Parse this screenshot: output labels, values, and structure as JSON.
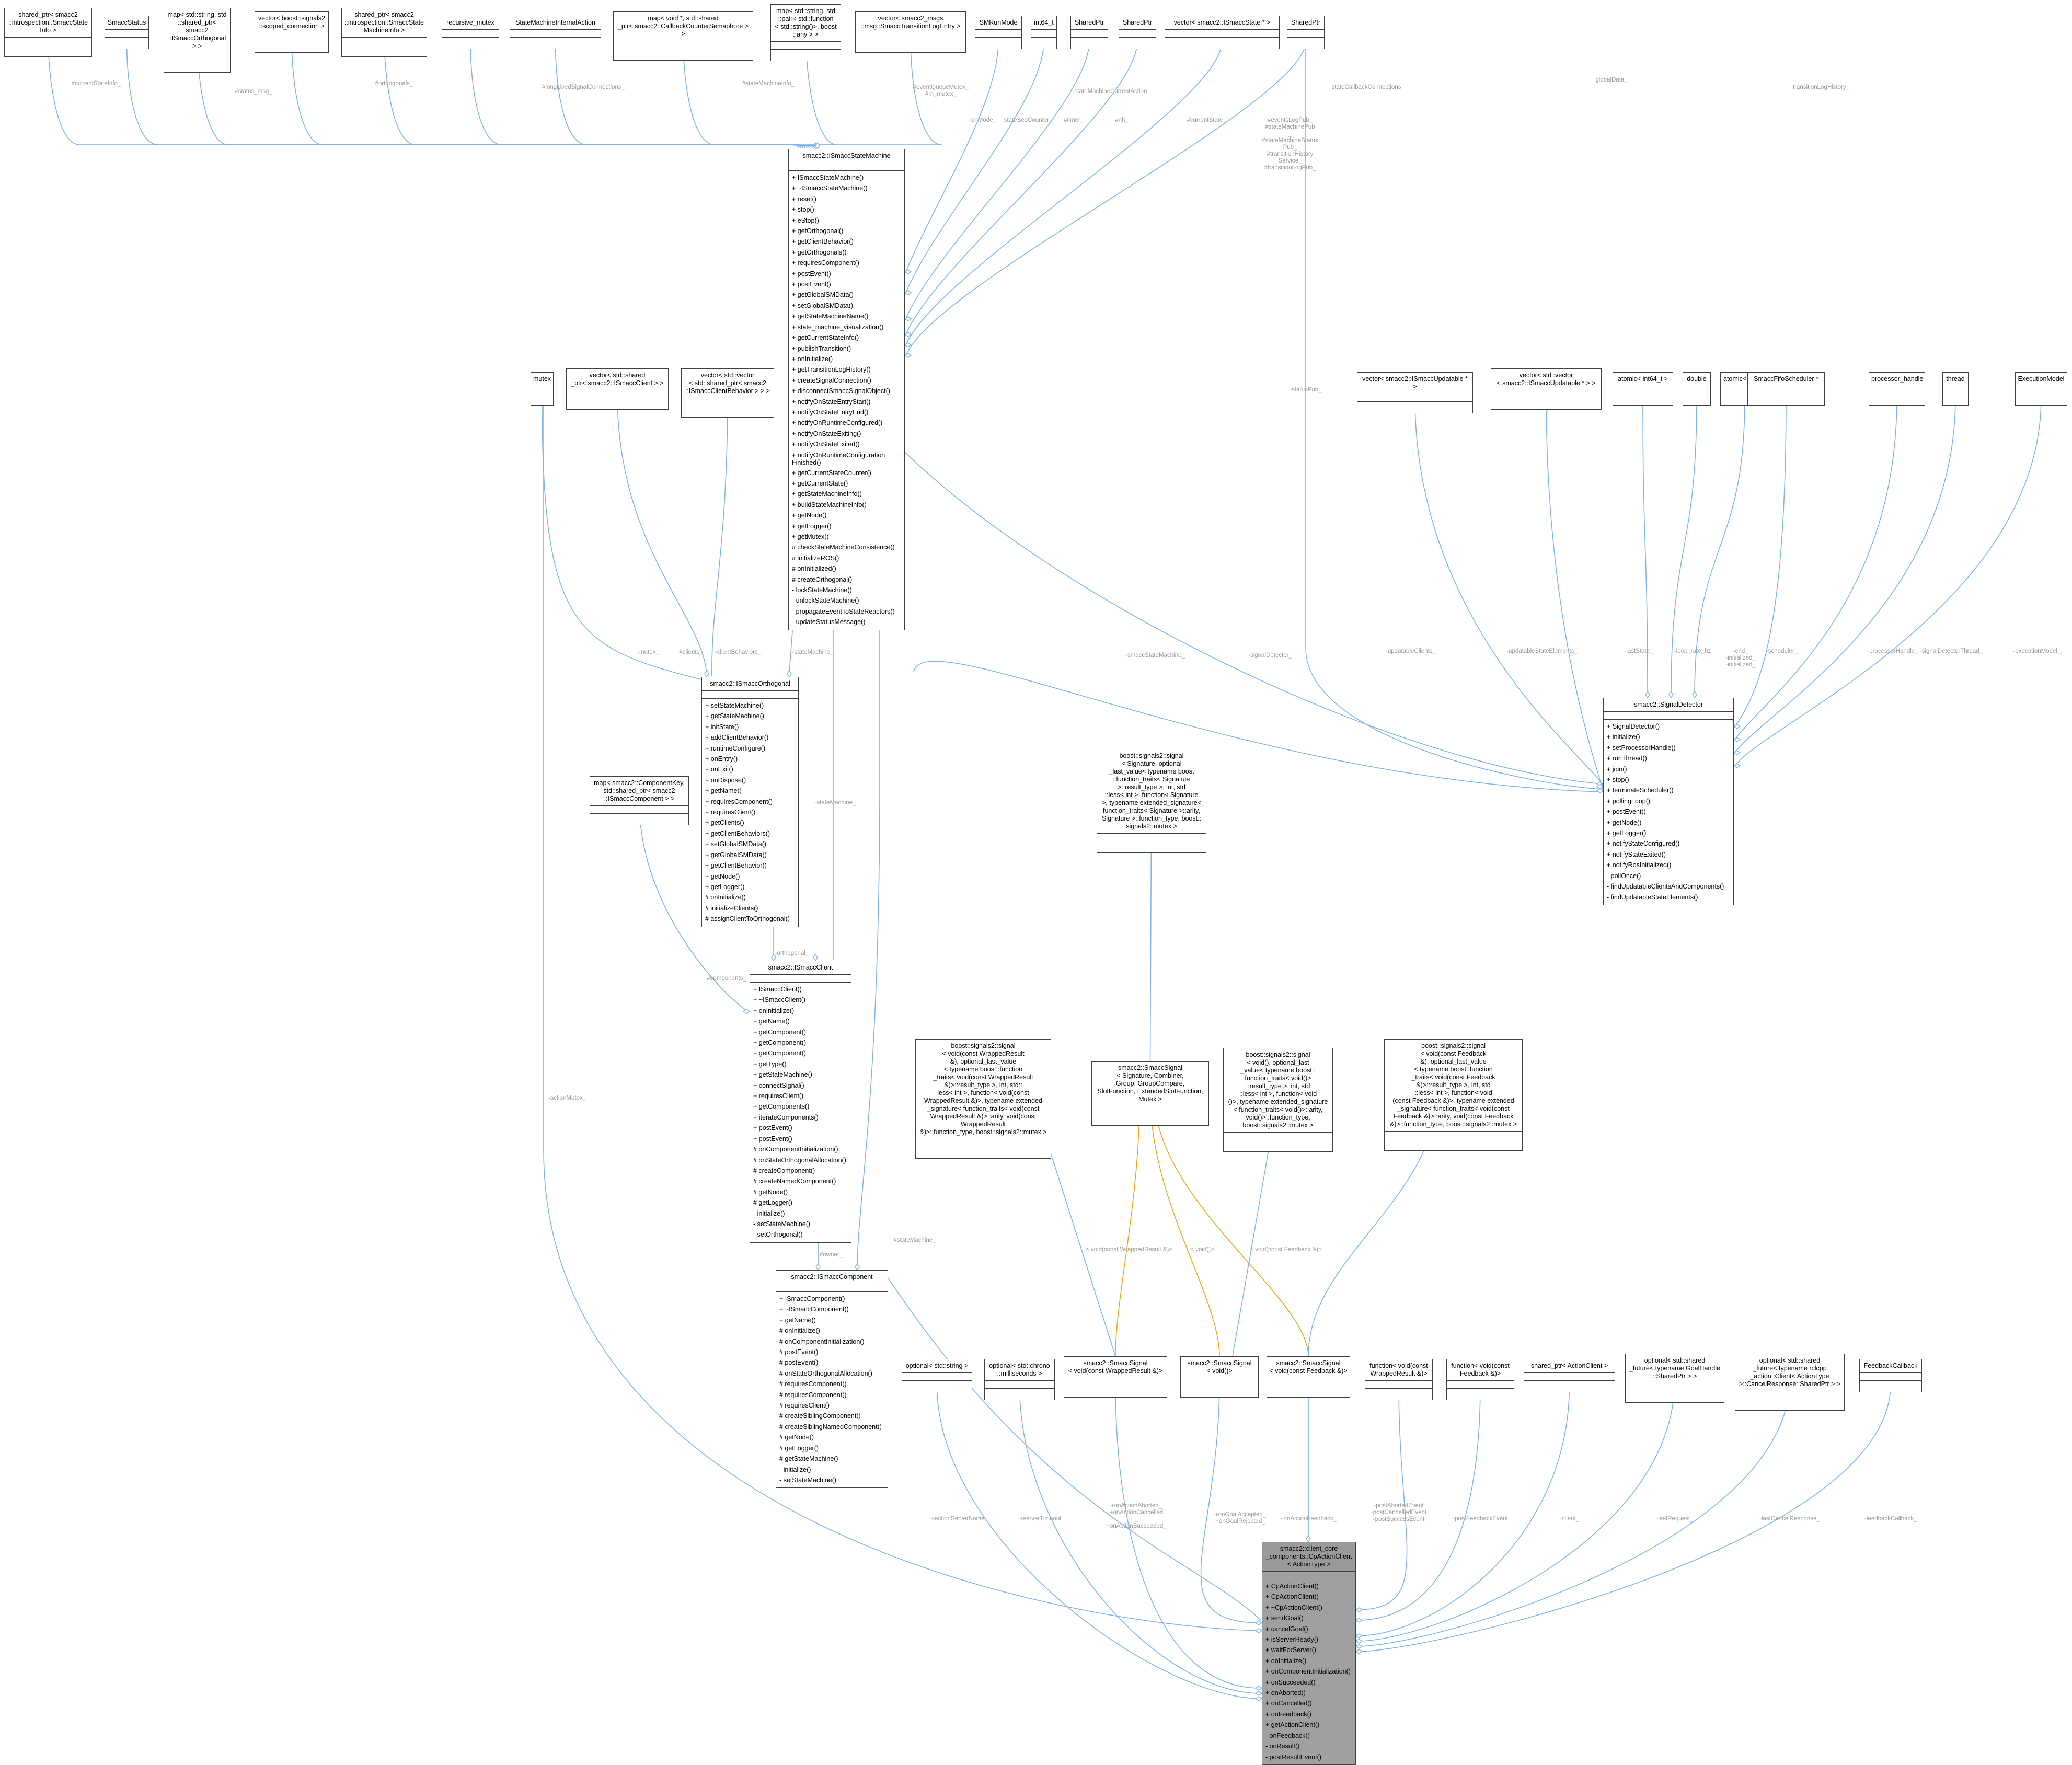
{
  "classes": [
    {
      "id": "c_currentStateInfo",
      "title": "shared_ptr< smacc2\n::introspection::SmaccState\nInfo >",
      "ops": []
    },
    {
      "id": "c_status",
      "title": "SmaccStatus",
      "ops": []
    },
    {
      "id": "c_orthogonals",
      "title": "map< std::string, std\n::shared_ptr< smacc2\n::ISmaccOrthogonal > >",
      "ops": []
    },
    {
      "id": "c_longLived",
      "title": "vector< boost::signals2\n::scoped_connection >",
      "ops": []
    },
    {
      "id": "c_smInfo",
      "title": "shared_ptr< smacc2\n::introspection::SmaccState\nMachineInfo >",
      "ops": []
    },
    {
      "id": "c_recmutex",
      "title": "recursive_mutex",
      "ops": []
    },
    {
      "id": "c_smInternal",
      "title": "StateMachineInternalAction",
      "ops": []
    },
    {
      "id": "c_semaphore",
      "title": "map< void *, std::shared\n_ptr< smacc2::CallbackCounterSemaphore > >",
      "ops": []
    },
    {
      "id": "c_globalData",
      "title": "map< std::string, std\n::pair< std::function\n< std::string()>, boost\n::any > >",
      "ops": []
    },
    {
      "id": "c_transLog",
      "title": "vector< smacc2_msgs\n::msg::SmaccTransitionLogEntry >",
      "ops": []
    },
    {
      "id": "c_runMode",
      "title": "SMRunMode",
      "ops": []
    },
    {
      "id": "c_int64",
      "title": "int64_t",
      "ops": []
    },
    {
      "id": "c_sp1",
      "title": "SharedPtr",
      "ops": []
    },
    {
      "id": "c_sp2",
      "title": "SharedPtr",
      "ops": []
    },
    {
      "id": "c_currentState",
      "title": "vector< smacc2::ISmaccState * >",
      "ops": []
    },
    {
      "id": "c_sp3",
      "title": "SharedPtr",
      "ops": []
    },
    {
      "id": "c_ism",
      "title": "smacc2::ISmaccStateMachine",
      "ops": [
        "+ ISmaccStateMachine()",
        "+ ~ISmaccStateMachine()",
        "+ reset()",
        "+ stop()",
        "+ eStop()",
        "+ getOrthogonal()",
        "+ getClientBehavior()",
        "+ getOrthogonals()",
        "+ requiresComponent()",
        "+ postEvent()",
        "+ postEvent()",
        "+ getGlobalSMData()",
        "+ setGlobalSMData()",
        "+ getStateMachineName()",
        "+ state_machine_visualization()",
        "+ getCurrentStateInfo()",
        "+ publishTransition()",
        "+ onInitialize()",
        "+ getTransitionLogHistory()",
        "+ createSignalConnection()",
        "+ disconnectSmaccSignalObject()",
        "+ notifyOnStateEntryStart()",
        "+ notifyOnStateEntryEnd()",
        "+ notifyOnRuntimeConfigured()",
        "+ notifyOnStateExiting()",
        "+ notifyOnStateExited()",
        "+ notifyOnRuntimeConfiguration\nFinished()",
        "+ getCurrentStateCounter()",
        "+ getCurrentState()",
        "+ getStateMachineInfo()",
        "+ buildStateMachineInfo()",
        "+ getNode()",
        "+ getLogger()",
        "+ getMutex()",
        "# checkStateMachineConsistence()",
        "# initializeROS()",
        "# onInitialized()",
        "# createOrthogonal()",
        "- lockStateMachine()",
        "- unlockStateMachine()",
        "- propagateEventToStateReactors()",
        "- updateStatusMessage()"
      ]
    },
    {
      "id": "c_mutex",
      "title": "mutex",
      "ops": []
    },
    {
      "id": "c_clients",
      "title": "vector< std::shared\n_ptr< smacc2::ISmaccClient > >",
      "ops": []
    },
    {
      "id": "c_clientBehaviors",
      "title": "vector< std::vector\n< std::shared_ptr< smacc2\n::ISmaccClientBehavior > > >",
      "ops": []
    },
    {
      "id": "c_orth",
      "title": "smacc2::ISmaccOrthogonal",
      "ops": [
        "+ setStateMachine()",
        "+ getStateMachine()",
        "+ initState()",
        "+ addClientBehavior()",
        "+ runtimeConfigure()",
        "+ onEntry()",
        "+ onExit()",
        "+ onDispose()",
        "+ getName()",
        "+ requiresComponent()",
        "+ requiresClient()",
        "+ getClients()",
        "+ getClientBehaviors()",
        "+ setGlobalSMData()",
        "+ getGlobalSMData()",
        "+ getClientBehavior()",
        "+ getNode()",
        "+ getLogger()",
        "# onInitialize()",
        "# initializeClients()",
        "# assignClientToOrthogonal()"
      ]
    },
    {
      "id": "c_components",
      "title": "map< smacc2::ComponentKey,\nstd::shared_ptr< smacc2\n::ISmaccComponent > >",
      "ops": []
    },
    {
      "id": "c_client",
      "title": "smacc2::ISmaccClient",
      "ops": [
        "+ ISmaccClient()",
        "+ ~ISmaccClient()",
        "+ onInitialize()",
        "+ getName()",
        "+ getComponent()",
        "+ getComponent()",
        "+ getComponent()",
        "+ getType()",
        "+ getStateMachine()",
        "+ connectSignal()",
        "+ requiresClient()",
        "+ getComponents()",
        "+ iterateComponents()",
        "+ postEvent()",
        "+ postEvent()",
        "# onComponentInitialization()",
        "# onStateOrthogonalAllocation()",
        "# createComponent()",
        "# createNamedComponent()",
        "# getNode()",
        "# getLogger()",
        "- initialize()",
        "- setStateMachine()",
        "- setOrthogonal()"
      ]
    },
    {
      "id": "c_component",
      "title": "smacc2::ISmaccComponent",
      "ops": [
        "+ ISmaccComponent()",
        "+ ~ISmaccComponent()",
        "+ getName()",
        "# onInitialize()",
        "# onComponentInitialization()",
        "# postEvent()",
        "# postEvent()",
        "# onStateOrthogonalAllocation()",
        "# requiresComponent()",
        "# requiresComponent()",
        "# requiresClient()",
        "# createSiblingComponent()",
        "# createSiblingNamedComponent()",
        "# getNode()",
        "# getLogger()",
        "# getStateMachine()",
        "- initialize()",
        "- setStateMachine()"
      ]
    },
    {
      "id": "c_boostsig",
      "title": "boost::signals2::signal\n< Signature, optional\n_last_value< typename boost\n::function_traits< Signature\n>::result_type >, int, std\n::less< int >, function< Signature\n>, typename extended_signature<\nfunction_traits< Signature >::arity,\nSignature >::function_type, boost::\nsignals2::mutex >",
      "ops": []
    },
    {
      "id": "c_bsWrapped",
      "title": "boost::signals2::signal\n< void(const WrappedResult\n&), optional_last_value\n< typename boost::function\n_traits< void(const WrappedResult\n&)>::result_type >, int, std::\nless< int >, function< void(const\n WrappedResult &)>, typename extended\n_signature< function_traits< void(const\n WrappedResult &)>::arity, void(const WrappedResult\n &)>::function_type, boost::signals2::mutex >",
      "ops": []
    },
    {
      "id": "c_smaccSignal",
      "title": "smacc2::SmaccSignal\n< Signature, Combiner,\n Group, GroupCompare,\n SlotFunction, ExtendedSlotFunction,\n Mutex >",
      "ops": []
    },
    {
      "id": "c_bsVoid",
      "title": "boost::signals2::signal\n< void(), optional_last\n_value< typename boost::\nfunction_traits< void()>\n::result_type >, int, std\n::less< int >, function< void\n()>, typename extended_signature\n< function_traits< void()>::arity,\n void()>::function_type, boost::signals2::mutex >",
      "ops": []
    },
    {
      "id": "c_bsFeedback",
      "title": "boost::signals2::signal\n< void(const Feedback\n &), optional_last_value\n< typename boost::function\n_traits< void(const Feedback\n &)>::result_type >, int, std\n::less< int >, function< void\n(const Feedback &)>, typename extended\n_signature< function_traits< void(const\n Feedback &)>::arity, void(const Feedback\n &)>::function_type, boost::signals2::mutex >",
      "ops": []
    },
    {
      "id": "c_vecUpdatable",
      "title": "vector< smacc2::ISmaccUpdatable * >",
      "ops": []
    },
    {
      "id": "c_vecvecUpdatable",
      "title": "vector< std::vector\n< smacc2::ISmaccUpdatable * > >",
      "ops": []
    },
    {
      "id": "c_atomicInt",
      "title": "atomic< int64_t >",
      "ops": []
    },
    {
      "id": "c_double",
      "title": "double",
      "ops": []
    },
    {
      "id": "c_atomicBool",
      "title": "atomic< bool >",
      "ops": []
    },
    {
      "id": "c_scheduler",
      "title": "SmaccFifoScheduler *",
      "ops": []
    },
    {
      "id": "c_procHandle",
      "title": "processor_handle",
      "ops": []
    },
    {
      "id": "c_thread",
      "title": "thread",
      "ops": []
    },
    {
      "id": "c_execModel",
      "title": "ExecutionModel",
      "ops": []
    },
    {
      "id": "c_detector",
      "title": "smacc2::SignalDetector",
      "ops": [
        "+ SignalDetector()",
        "+ initialize()",
        "+ setProcessorHandle()",
        "+ runThread()",
        "+ join()",
        "+ stop()",
        "+ terminateScheduler()",
        "+ pollingLoop()",
        "+ postEvent()",
        "+ getNode()",
        "+ getLogger()",
        "+ notifyStateConfigured()",
        "+ notifyStateExited()",
        "+ notifyRosInitialized()",
        "- pollOnce()",
        "- findUpdatableClientsAndComponents()",
        "- findUpdatableStateElements()"
      ]
    },
    {
      "id": "c_optString",
      "title": "optional< std::string >",
      "ops": []
    },
    {
      "id": "c_optMs",
      "title": "optional< std::chrono\n::milliseconds >",
      "ops": []
    },
    {
      "id": "c_sigWrapped",
      "title": "smacc2::SmaccSignal\n< void(const WrappedResult &)>",
      "ops": []
    },
    {
      "id": "c_sigVoid",
      "title": "smacc2::SmaccSignal\n< void()>",
      "ops": []
    },
    {
      "id": "c_sigFeedback",
      "title": "smacc2::SmaccSignal\n< void(const Feedback &)>",
      "ops": []
    },
    {
      "id": "c_fnWrapped",
      "title": "function< void(const\n WrappedResult &)>",
      "ops": []
    },
    {
      "id": "c_fnFeedback",
      "title": "function< void(const\n Feedback &)>",
      "ops": []
    },
    {
      "id": "c_spActionClient",
      "title": "shared_ptr< ActionClient >",
      "ops": []
    },
    {
      "id": "c_optGoalFuture",
      "title": "optional< std::shared\n_future< typename GoalHandle\n::SharedPtr > >",
      "ops": []
    },
    {
      "id": "c_optCancelFuture",
      "title": "optional< std::shared\n_future< typename rclcpp\n_action::Client< ActionType\n >::CancelResponse::SharedPtr > >",
      "ops": []
    },
    {
      "id": "c_feedbackCb",
      "title": "FeedbackCallback",
      "ops": []
    },
    {
      "id": "c_main",
      "title": "smacc2::client_core\n_components::CpActionClient\n< ActionType >",
      "ops": [
        "+ CpActionClient()",
        "+ CpActionClient()",
        "+ ~CpActionClient()",
        "+ sendGoal()",
        "+ cancelGoal()",
        "+ isServerReady()",
        "+ waitForServer()",
        "+ onInitialize()",
        "+ onComponentInitialization()",
        "+ onSucceeded()",
        "+ onAborted()",
        "+ onCancelled()",
        "+ onFeedback()",
        "+ getActionClient()",
        "- onFeedback()",
        "- onResult()",
        "- postResultEvent()"
      ]
    }
  ],
  "edge_labels": {
    "currentStateInfo": "#currentStateInfo_",
    "status_msg": "#status_msg_",
    "orthogonals": "#orthogonals_",
    "longLivedSignalConnections": "#longLivedSignalConnections_",
    "stateMachineInfo": "#stateMachineInfo_",
    "mutexes": "#eventQueueMutex_\n#m_mutex_",
    "stateMachineCurrentAction": "stateMachineCurrentAction",
    "stateCallbackConnections": "stateCallbackConnections",
    "globalData": "globalData_",
    "transitionLogHistory": "transitionLogHistory_",
    "runMode": "runMode_",
    "stateSeqCounter": "stateSeqCounter_",
    "timer": "#timer_",
    "nh": "#nh_",
    "currentState": "#currentState_",
    "publishers": "#eventsLogPub_\n#stateMachinePub\n_\n#stateMachineStatus\nPub_\n#transitionHistory\nService_\n#transitionLogPub_",
    "mutex": "-mutex_",
    "clients": "#clients_",
    "clientBehaviors": "-clientBehaviors_",
    "stateMachineOrth": "-stateMachine_",
    "stateMachineClient": "-stateMachine_",
    "components": "#components_",
    "orthogonal": "-orthogonal_",
    "stateMachineComponent": "#stateMachine_",
    "owner": "#owner_",
    "smaccStateMachine": "-smaccStateMachine_",
    "signalDetector": "-signalDetector_",
    "statusPub": "-statusPub_",
    "updatableClients": "-updatableClients_",
    "updatableStateElements": "-updatableStateElements_",
    "lastState": "-lastState_",
    "loop_rate_hz": "-loop_rate_hz",
    "atomics": "-end_\n-initialized_\n-initialized_",
    "scheduler": "-scheduler_",
    "processorHandle": "-processorHandle_",
    "signalDetectorThread": "-signalDetectorThread_",
    "executionModel": "-executionModel_",
    "actionMutex": "-actionMutex_",
    "actionServerName": "+actionServerName",
    "serverTimeout": "+serverTimeout",
    "tplWrapped": "< void(const WrappedResult &)>",
    "tplVoid": "< void()>",
    "tplFeedback": "< void(const Feedback &)>",
    "resultSignals": "+onActionAborted_\n+onActionCancelled\n_\n+onActionSucceeded_",
    "voidSignals": "+onGoalAccepted_\n+onGoalRejected_",
    "onActionFeedback": "+onActionFeedback_",
    "postEvents": "-postAbortedEvent\n-postCancelledEvent\n-postSuccessEvent",
    "postFeedbackEvent": "-postFeedbackEvent",
    "client": "-client_",
    "lastRequest": "-lastRequest_",
    "lastCancelResponse": "-lastCancelResponse_",
    "feedbackCallback": "-feedbackCallback_"
  },
  "colors": {
    "edge": "#7cb3e8",
    "inherit": "#f0a30a",
    "label": "#9a9a9a",
    "border": "#404040",
    "highlight": "#a0a0a0"
  }
}
